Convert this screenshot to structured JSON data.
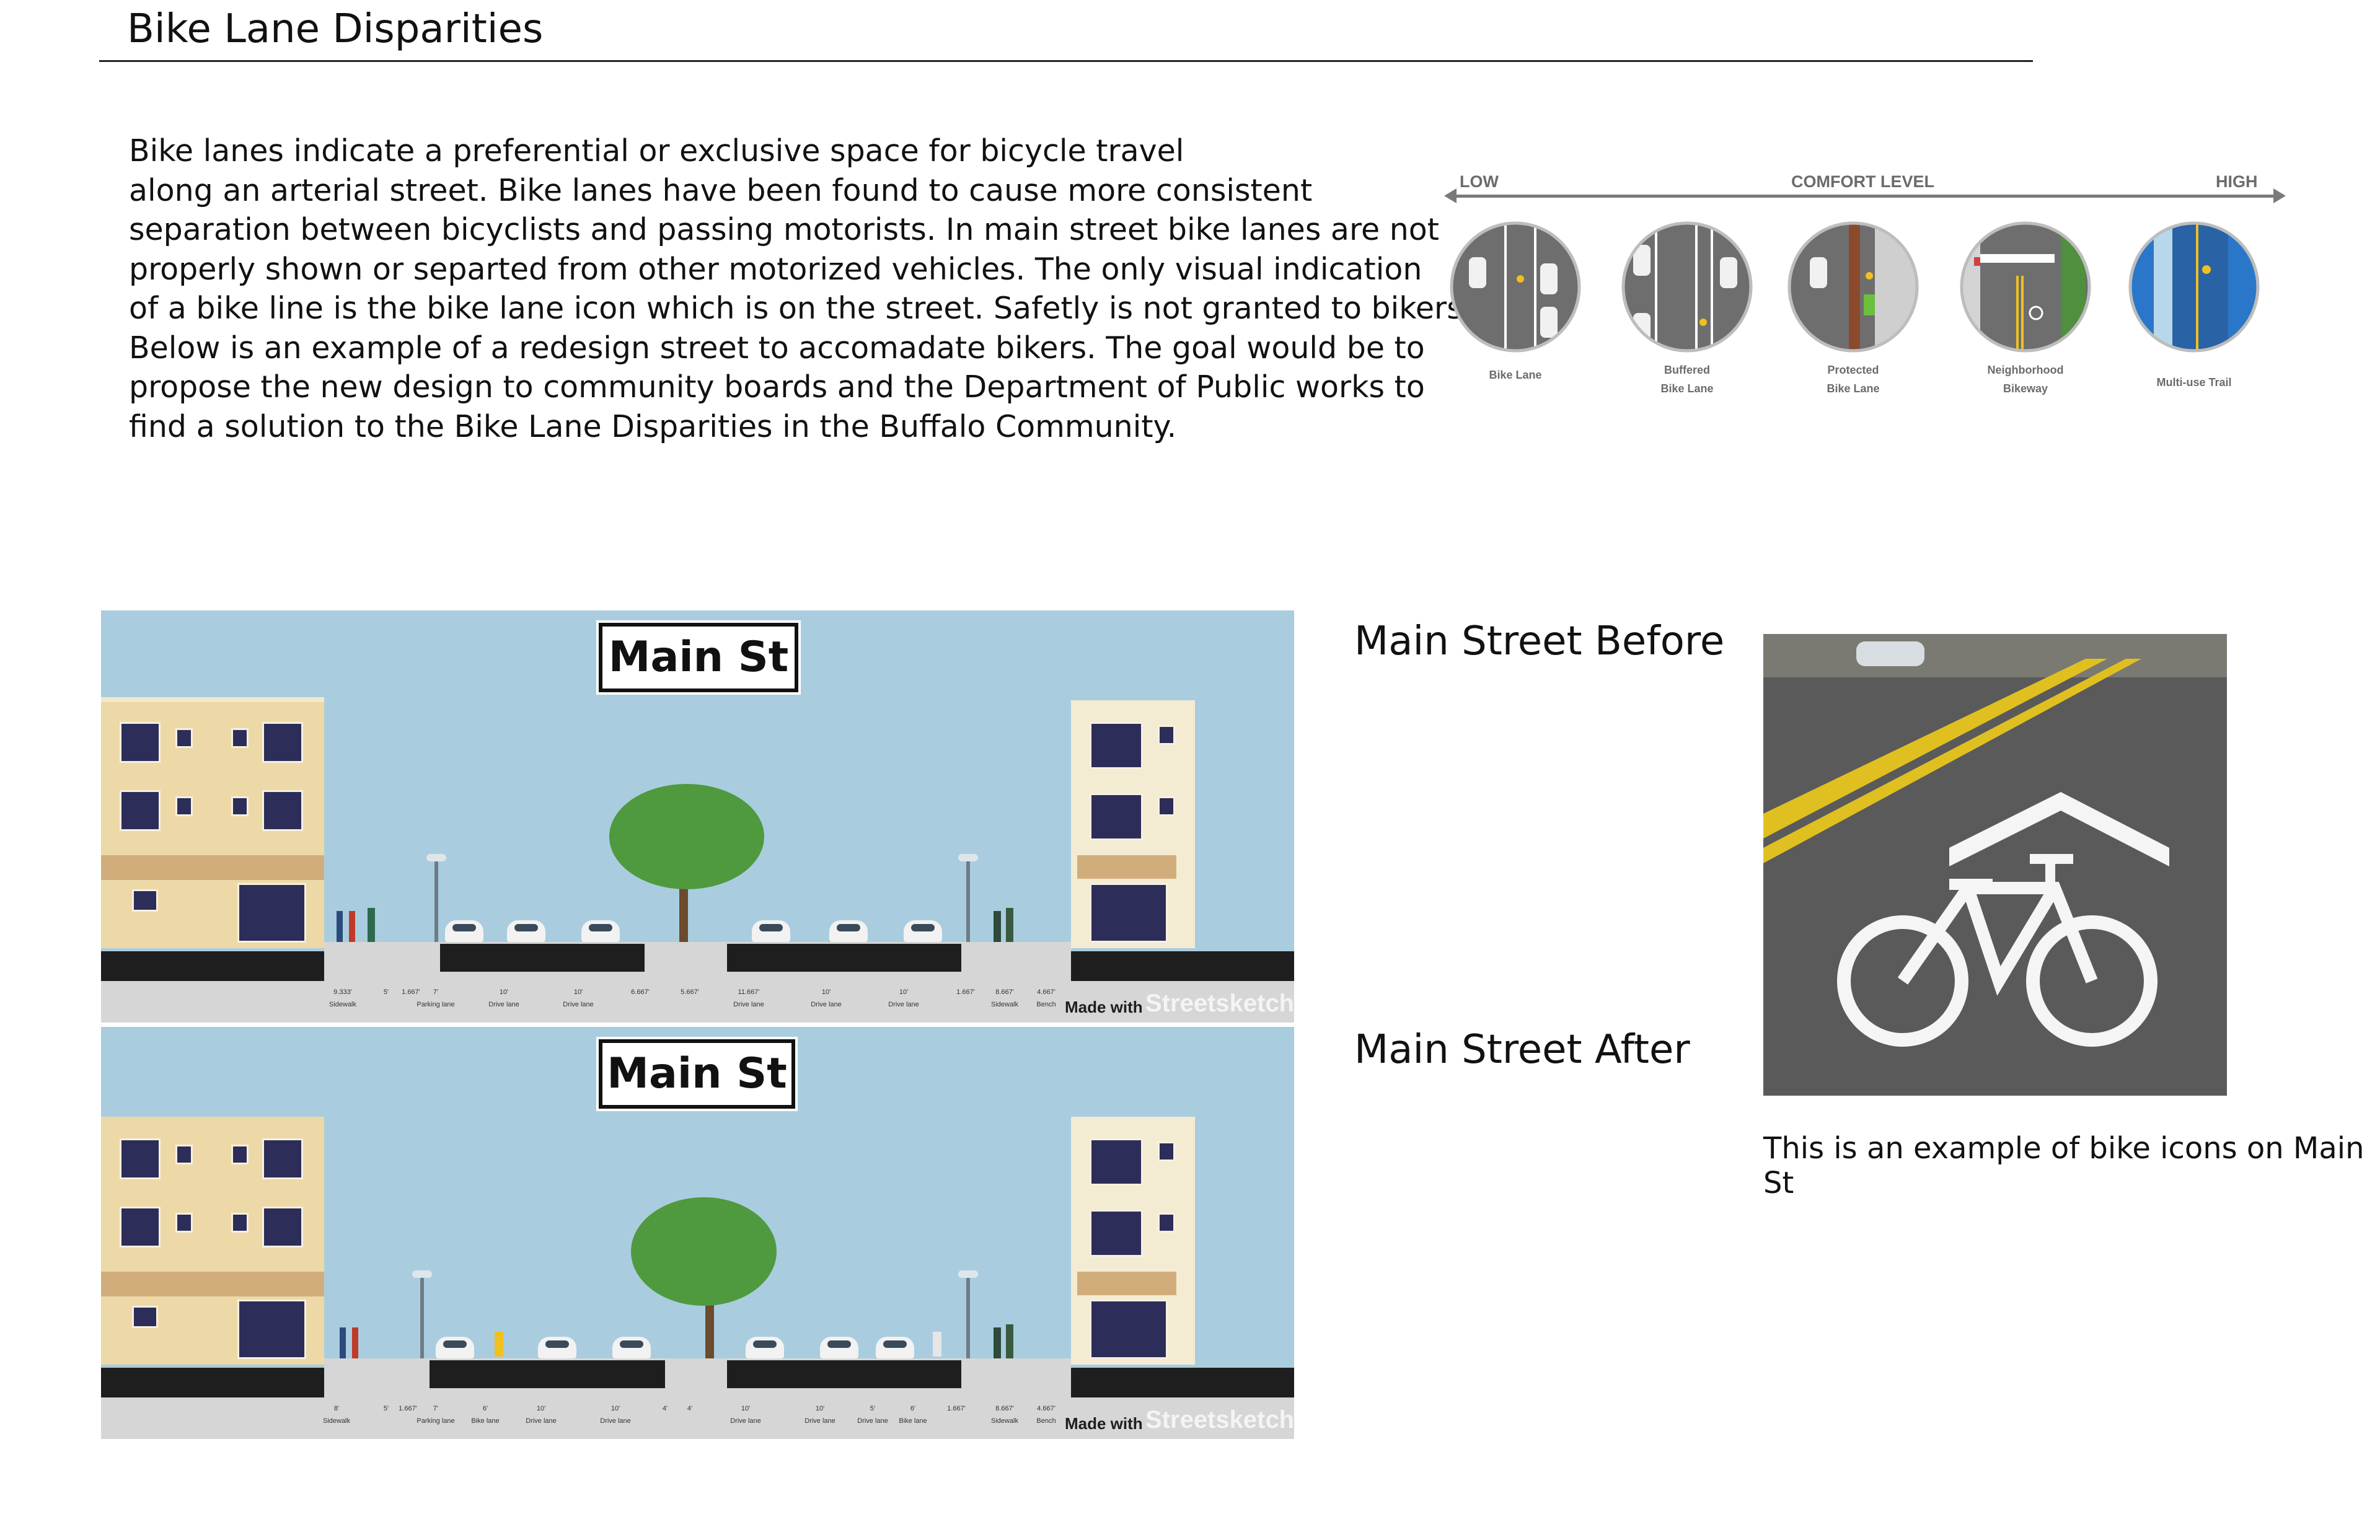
{
  "page": {
    "title": "Bike Lane Disparities",
    "intro_lines": [
      "Bike lanes indicate a preferential or exclusive space for bicycle travel",
      "along an arterial street. Bike lanes have been found to cause more consistent",
      "separation between bicyclists and passing motorists. In main street bike lanes are not",
      "properly shown or separted from other motorized vehicles. The only visual indication",
      "of a bike line is the bike lane icon which is on the street.  Safetly is not granted to bikers.",
      "Below is an example of a redesign street to accomadate bikers. The goal would be to",
      "propose the new design to community boards and the Department of Public works to",
      "find a solution to the Bike Lane Disparities in the Buffalo Community."
    ]
  },
  "comfort": {
    "low": "LOW",
    "title": "COMFORT LEVEL",
    "high": "HIGH",
    "facilities": [
      {
        "line1": "Bike Lane",
        "line2": ""
      },
      {
        "line1": "Buffered",
        "line2": "Bike Lane"
      },
      {
        "line1": "Protected",
        "line2": "Bike Lane"
      },
      {
        "line1": "Neighborhood",
        "line2": "Bikeway"
      },
      {
        "line1": "Multi-use Trail",
        "line2": ""
      }
    ]
  },
  "streets": {
    "sign_text": "Main St",
    "made_with": "Made with",
    "brand": "Streetsketch",
    "before": {
      "widths": [
        "9.333'",
        "5'",
        "1.667'",
        "7'",
        "10'",
        "10'",
        "6.667'",
        "5.667'",
        "11.667'",
        "10'",
        "10'",
        "1.667'",
        "8.667'",
        "4.667'"
      ],
      "names": [
        "Sidewalk",
        "",
        "",
        "Parking lane",
        "Drive lane",
        "Drive lane",
        "",
        "",
        "Drive lane",
        "Drive lane",
        "Drive lane",
        "",
        "Sidewalk",
        "Bench"
      ]
    },
    "after": {
      "widths": [
        "8'",
        "5'",
        "1.667'",
        "7'",
        "6'",
        "10'",
        "10'",
        "4'",
        "4'",
        "10'",
        "10'",
        "5’",
        "6'",
        "1.667'",
        "8.667'",
        "4.667'"
      ],
      "names": [
        "Sidewalk",
        "",
        "",
        "Parking lane",
        "Bike lane",
        "Drive lane",
        "Drive lane",
        "",
        "",
        "Drive lane",
        "Drive lane",
        "Drive lane",
        "Bike lane",
        "",
        "Sidewalk",
        "Bench"
      ]
    }
  },
  "labels": {
    "before_heading": "Main Street Before",
    "after_heading": "Main Street After",
    "photo_caption": "This is an example of bike icons on Main St"
  },
  "colors": {
    "sky": "#a9cddf",
    "road": "#1e1e1e",
    "building_left": "#ecd9a7",
    "building_right": "#f3ecd2",
    "tree": "#4f9a3e"
  }
}
